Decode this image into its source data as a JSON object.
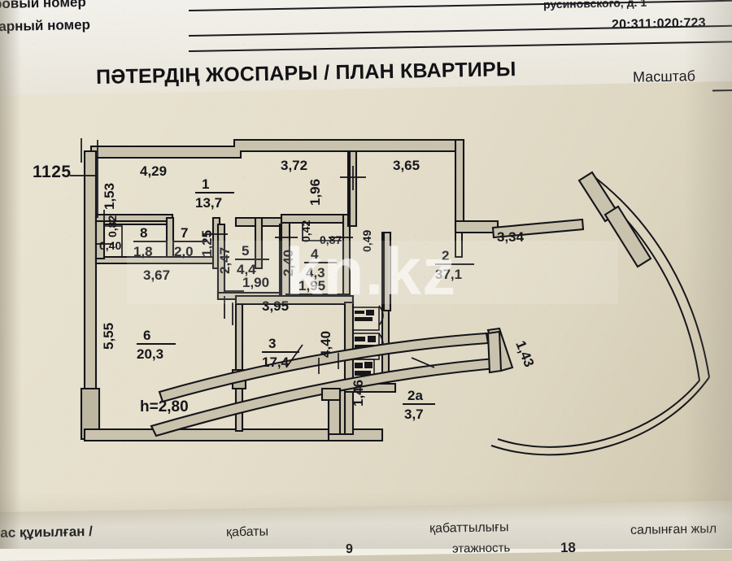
{
  "document": {
    "type": "apartment-floor-plan-certificate",
    "header": {
      "cadastral_number_label": "ровый номер",
      "inventory_number_label": "тарный номер",
      "address_fragment": "русиновского, д. 1",
      "cadastral_number_value": "20:311:020:723",
      "title": "ПӘТЕРДІҢ ЖОСПАРЫ / ПЛАН КВАРТИРЫ",
      "scale_label": "Масштаб",
      "scale_value": ""
    },
    "footer": {
      "built_of_label": "тас құиылған /",
      "floor_label_kk": "қабаты",
      "floors_total_label_kk": "қабаттылығы",
      "year_built_label_kk": "салынған жыл",
      "floor_value": "9",
      "floors_total_label_ru": "этажность",
      "floors_total_value": "18"
    }
  },
  "plan": {
    "apartment_number": "1125",
    "ceiling_height_note": "h=2,80",
    "watermark": "kn.kz",
    "rooms": [
      {
        "id": "1",
        "number": "1",
        "area": "13,7"
      },
      {
        "id": "2",
        "number": "2",
        "area": "37,1"
      },
      {
        "id": "2a",
        "number": "2а",
        "area": "3,7"
      },
      {
        "id": "3",
        "number": "3",
        "area": "17,4"
      },
      {
        "id": "4",
        "number": "4",
        "area": "4,3"
      },
      {
        "id": "5",
        "number": "5",
        "area": "4,4"
      },
      {
        "id": "6",
        "number": "6",
        "area": "20,3"
      },
      {
        "id": "7",
        "number": "7",
        "area": "2,0"
      },
      {
        "id": "8",
        "number": "8",
        "area": "1,8"
      }
    ],
    "dimensions": {
      "top_left_wall": "4,29",
      "top_mid_wall": "3,72",
      "top_right_wall": "3,65",
      "left_upper": "1,53",
      "left_lower": "5,55",
      "room8_depth": "0,82",
      "room8_niche": "0,40",
      "room8_width": "3,67",
      "room7_height": "1,25",
      "room5_height": "2,47",
      "room5_width": "1,90",
      "room4_height": "2,40",
      "room4_width": "1,95",
      "room4_niche_a": "0,42",
      "room4_niche_b": "0,87",
      "corridor_vertical": "1,96",
      "hall_small": "0,49",
      "room3_width": "3,95",
      "bath_corridor": "4,40",
      "balcony_outer": "3,34",
      "balcony_rib": "1,43",
      "balcony_2a_side": "1,46"
    }
  }
}
